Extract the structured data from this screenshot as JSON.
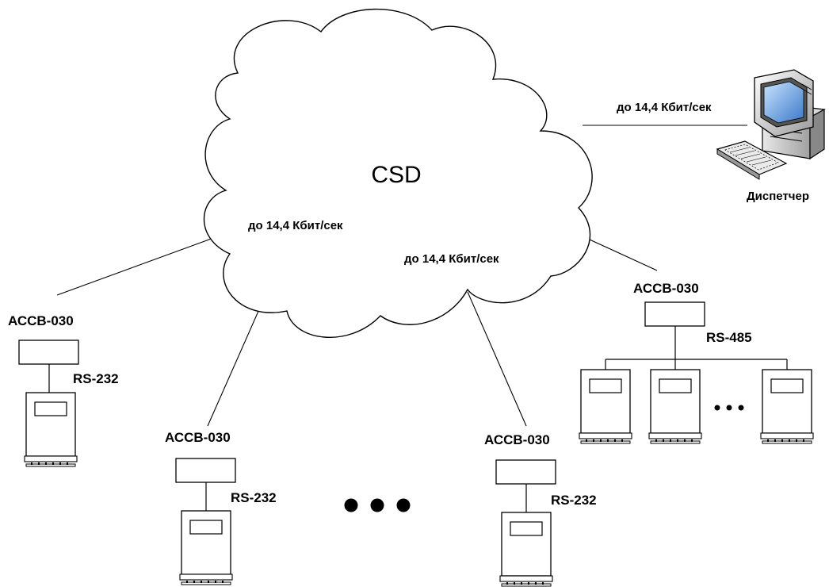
{
  "cloud": {
    "label": "CSD"
  },
  "links": {
    "dispatcher": "до 14,4 Кбит/сек",
    "left": "до 14,4 Кбит/сек",
    "middle": "до 14,4 Кбит/сек"
  },
  "dispatcher": {
    "label": "Диспетчер"
  },
  "nodes": [
    {
      "modem": "АССВ-030",
      "bus": "RS-232"
    },
    {
      "modem": "АССВ-030",
      "bus": "RS-232"
    },
    {
      "modem": "АССВ-030",
      "bus": "RS-232"
    },
    {
      "modem": "АССВ-030",
      "bus": "RS-485"
    }
  ]
}
